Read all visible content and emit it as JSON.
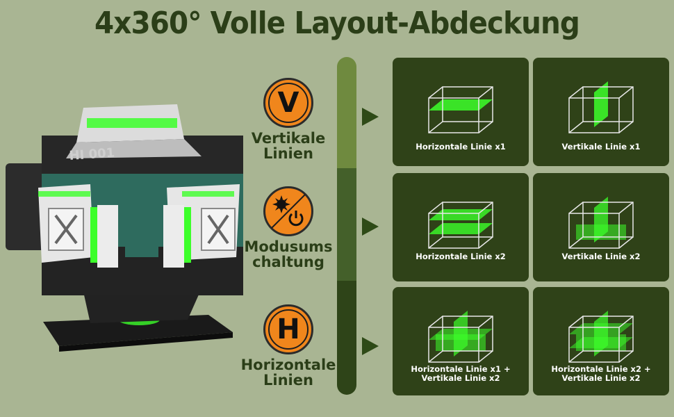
{
  "title": "4x360° Volle Layout-Abdeckung",
  "device": {
    "brand_text": "HI 001"
  },
  "features": [
    {
      "badge": "V",
      "label_line1": "Vertikale",
      "label_line2": "Linien",
      "icon": "letter-v-badge"
    },
    {
      "badge": "",
      "label_line1": "Modusums",
      "label_line2": "chaltung",
      "icon": "sun-power-badge"
    },
    {
      "badge": "H",
      "label_line1": "Horizontale",
      "label_line2": "Linien",
      "icon": "letter-h-badge"
    }
  ],
  "cards": [
    {
      "line1": "Horizontale Linie x1",
      "line2": ""
    },
    {
      "line1": "Vertikale Linie x1",
      "line2": ""
    },
    {
      "line1": "Horizontale Linie x2",
      "line2": ""
    },
    {
      "line1": "Vertikale Linie x2",
      "line2": ""
    },
    {
      "line1": "Horizontale Linie x1 +",
      "line2": "Vertikale Linie x2"
    },
    {
      "line1": "Horizontale Linie x2 +",
      "line2": "Vertikale Linie x2"
    }
  ],
  "colors": {
    "background": "#a9b593",
    "title": "#2b3e18",
    "card": "#2f4218",
    "laser_green": "#3cff2a",
    "badge_orange": "#f0861c",
    "bar_top": "#6f8a3f",
    "bar_mid": "#44602a",
    "bar_bottom": "#2e4418"
  }
}
